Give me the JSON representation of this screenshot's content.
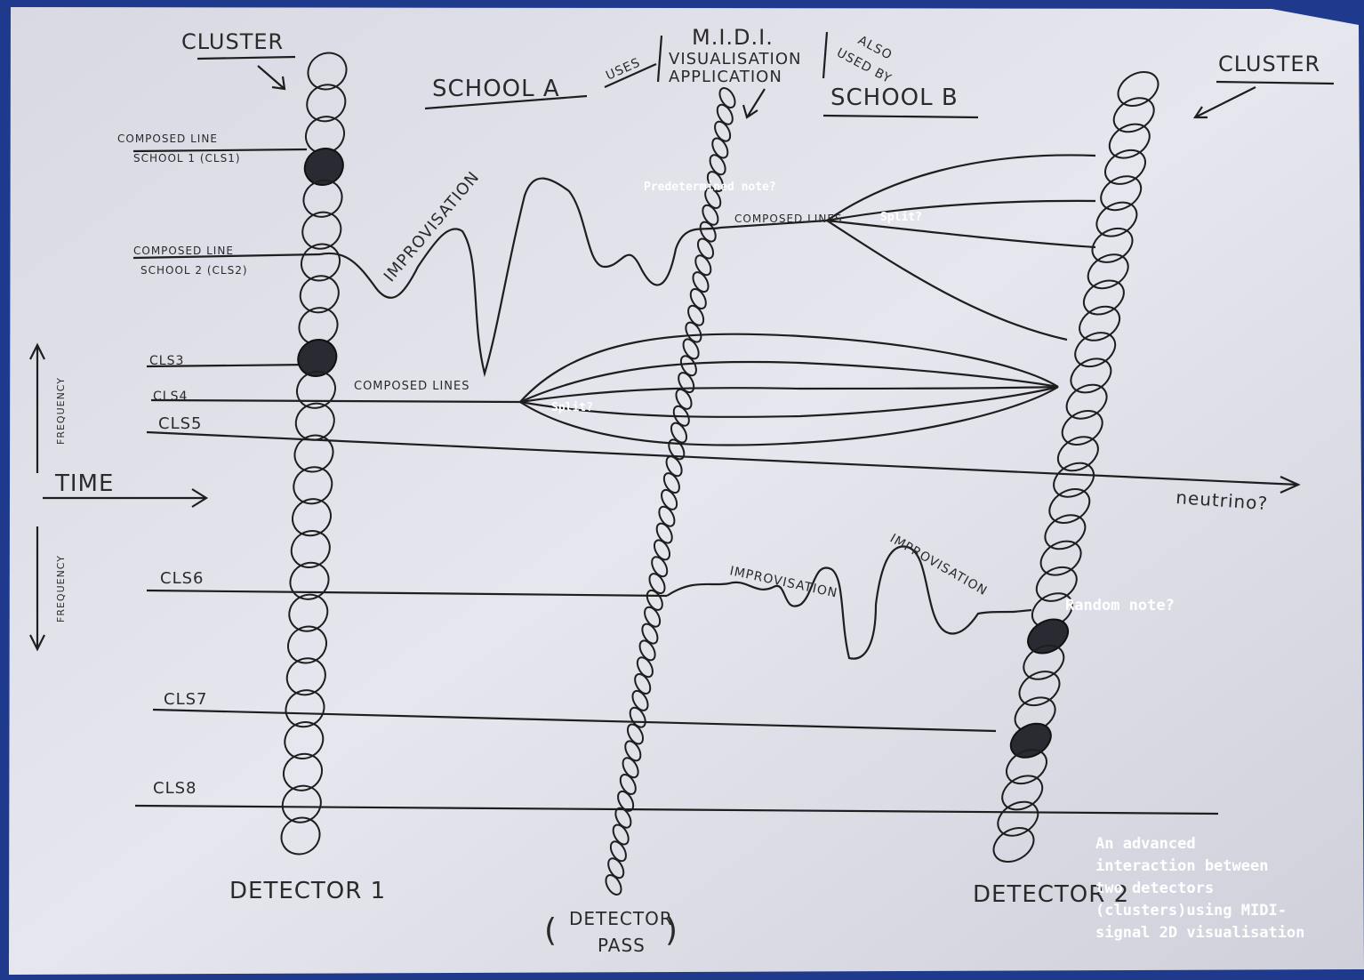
{
  "headings": {
    "cluster_left": "CLUSTER",
    "cluster_right": "CLUSTER",
    "school_a": "SCHOOL A",
    "school_b": "SCHOOL B",
    "midi_title_1": "M.I.D.I.",
    "midi_title_2": "VISUALISATION",
    "midi_title_3": "APPLICATION",
    "uses": "USES",
    "also_used_by_1": "ALSO",
    "also_used_by_2": "USED BY"
  },
  "left_labels": {
    "composed_line_1a": "COMPOSED LINE",
    "composed_line_1b": "SCHOOL 1 (CLS1)",
    "composed_line_2a": "COMPOSED LINE",
    "composed_line_2b": "SCHOOL 2 (CLS2)",
    "cls3": "CLS3",
    "cls4": "CLS4",
    "cls5": "CLS5",
    "cls6": "CLS6",
    "cls7": "CLS7",
    "cls8": "CLS8"
  },
  "axes": {
    "time": "TIME",
    "frequency_up": "FREQUENCY",
    "frequency_down": "FREQUENCY"
  },
  "line_labels": {
    "composed_lines_top": "COMPOSED LINES",
    "composed_lines_mid": "COMPOSED LINES",
    "improvisation_1": "IMPROVISATION",
    "improvisation_2": "IMPROVISATION",
    "improvisation_3": "IMPROVISATION",
    "neutrino": "neutrino?"
  },
  "detectors": {
    "detector_1": "DETECTOR 1",
    "detector_2": "DETECTOR 2",
    "detector_pass_1": "DETECTOR",
    "detector_pass_2": "PASS"
  },
  "annotations": {
    "predetermined_note": "Predetermined note?",
    "split_top": "Split?",
    "split_mid": "Split?",
    "random_note": "Random note?",
    "caption_1": "An advanced",
    "caption_2": "interaction between",
    "caption_3": "two detectors",
    "caption_4": "(clusters)using MIDI-",
    "caption_5": "signal 2D visualisation"
  },
  "colors": {
    "background": "#1f3a8c",
    "paper": "#e4e4ec",
    "ink": "#1e1e1e",
    "annotation": "#ffffff"
  }
}
